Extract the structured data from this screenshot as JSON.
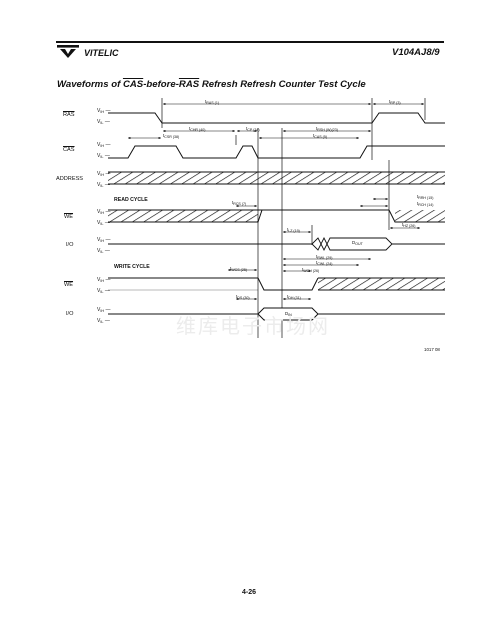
{
  "header": {
    "brand": "VITELIC",
    "doc_number": "V104AJ8/9"
  },
  "title": {
    "prefix": "Waveforms of ",
    "cas": "CAS",
    "mid": "-before-",
    "ras": "RAS",
    "suffix": " Refresh Refresh Counter Test Cycle"
  },
  "signals": {
    "ras": "RAS",
    "cas": "CAS",
    "address": "ADDRESS",
    "we_read": "WE",
    "io_read": "I/O",
    "we_write": "WE",
    "io_write": "I/O"
  },
  "levels": {
    "ih": "V",
    "ih_sub": "IH",
    "il": "V",
    "il_sub": "IL"
  },
  "sections": {
    "read": "READ CYCLE",
    "write": "WRITE CYCLE"
  },
  "timing": {
    "t_ras": "t",
    "t_ras_s": "RAS (1)",
    "t_rp": "t",
    "t_rp_s": "RP (3)",
    "t_chr": "t",
    "t_chr_s": "CHR (40)",
    "t_csr": "t",
    "t_csr_s": "CSR (38)",
    "t_cp": "t",
    "t_cp_s": "CP (34)",
    "t_rsh": "t",
    "t_rsh_s": "RSH (W)(23)",
    "t_cas": "t",
    "t_cas_s": "CAS (5)",
    "t_rrh": "t",
    "t_rrh_s": "RRH (15)",
    "t_rcs": "t",
    "t_rcs_s": "RCS (7)",
    "t_rch": "t",
    "t_rch_s": "RCH (14)",
    "t_hz": "t",
    "t_hz_s": "HZ (26)",
    "t_lz": "t",
    "t_lz_s": "LZ (19)",
    "d_out": "D",
    "d_out_s": "OUT",
    "t_rwl": "t",
    "t_rwl_s": "RWL (29)",
    "t_cwl": "t",
    "t_cwl_s": "CWL (24)",
    "t_wcs": "t",
    "t_wcs_s": "WCS (25)",
    "t_wch": "t",
    "t_wch_s": "WCH (26)",
    "t_ds": "t",
    "t_ds_s": "DS (30)",
    "t_dh": "t",
    "t_dh_s": "DH (31)",
    "d_in": "D",
    "d_in_s": "IN"
  },
  "figure_ref": "1017 08",
  "watermark": "维库电子市场网",
  "page_number": "4-26"
}
